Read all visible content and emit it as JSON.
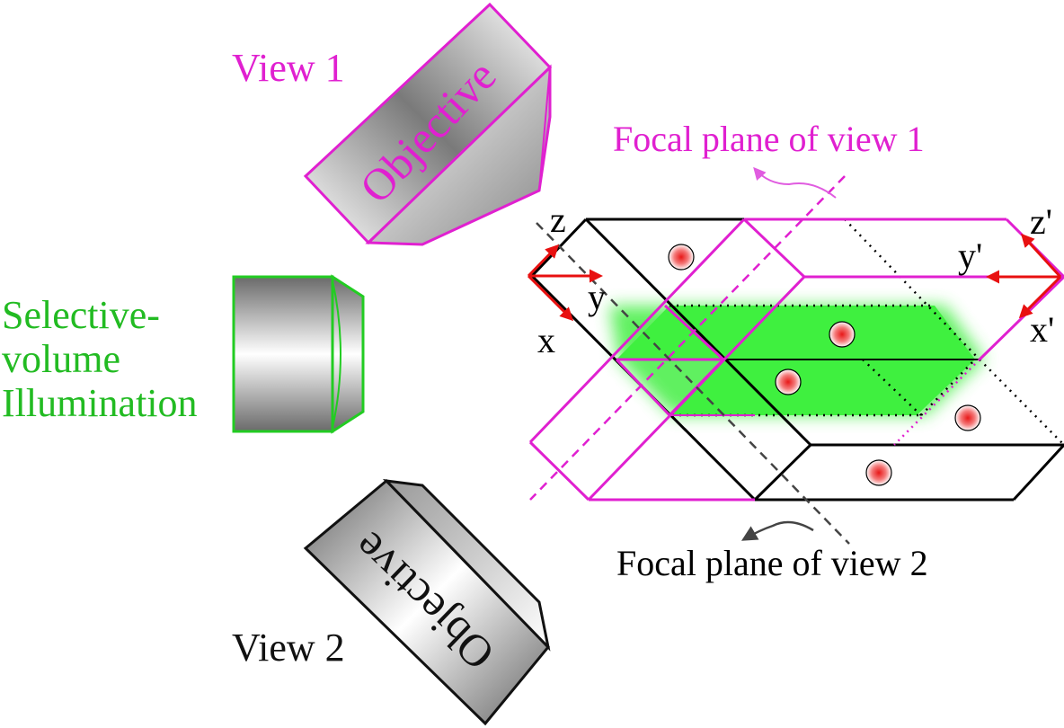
{
  "labels": {
    "view1": "View 1",
    "view2": "View 2",
    "objective_top": "Objective",
    "objective_bottom": "Objective",
    "illumination_line1": "Selective-",
    "illumination_line2": "volume",
    "illumination_line3": "Illumination",
    "focal_plane_view1": "Focal plane of view 1",
    "focal_plane_view2": "Focal plane of view 2"
  },
  "axes_view2": {
    "z": "z",
    "y": "y",
    "x": "x"
  },
  "axes_view1": {
    "z": "z'",
    "y": "y'",
    "x": "x'"
  },
  "colors": {
    "view1": "#e020d0",
    "view2": "#000000",
    "illumination": "#22cc22",
    "axis_arrow": "#e81010",
    "bead": "#e82020"
  }
}
